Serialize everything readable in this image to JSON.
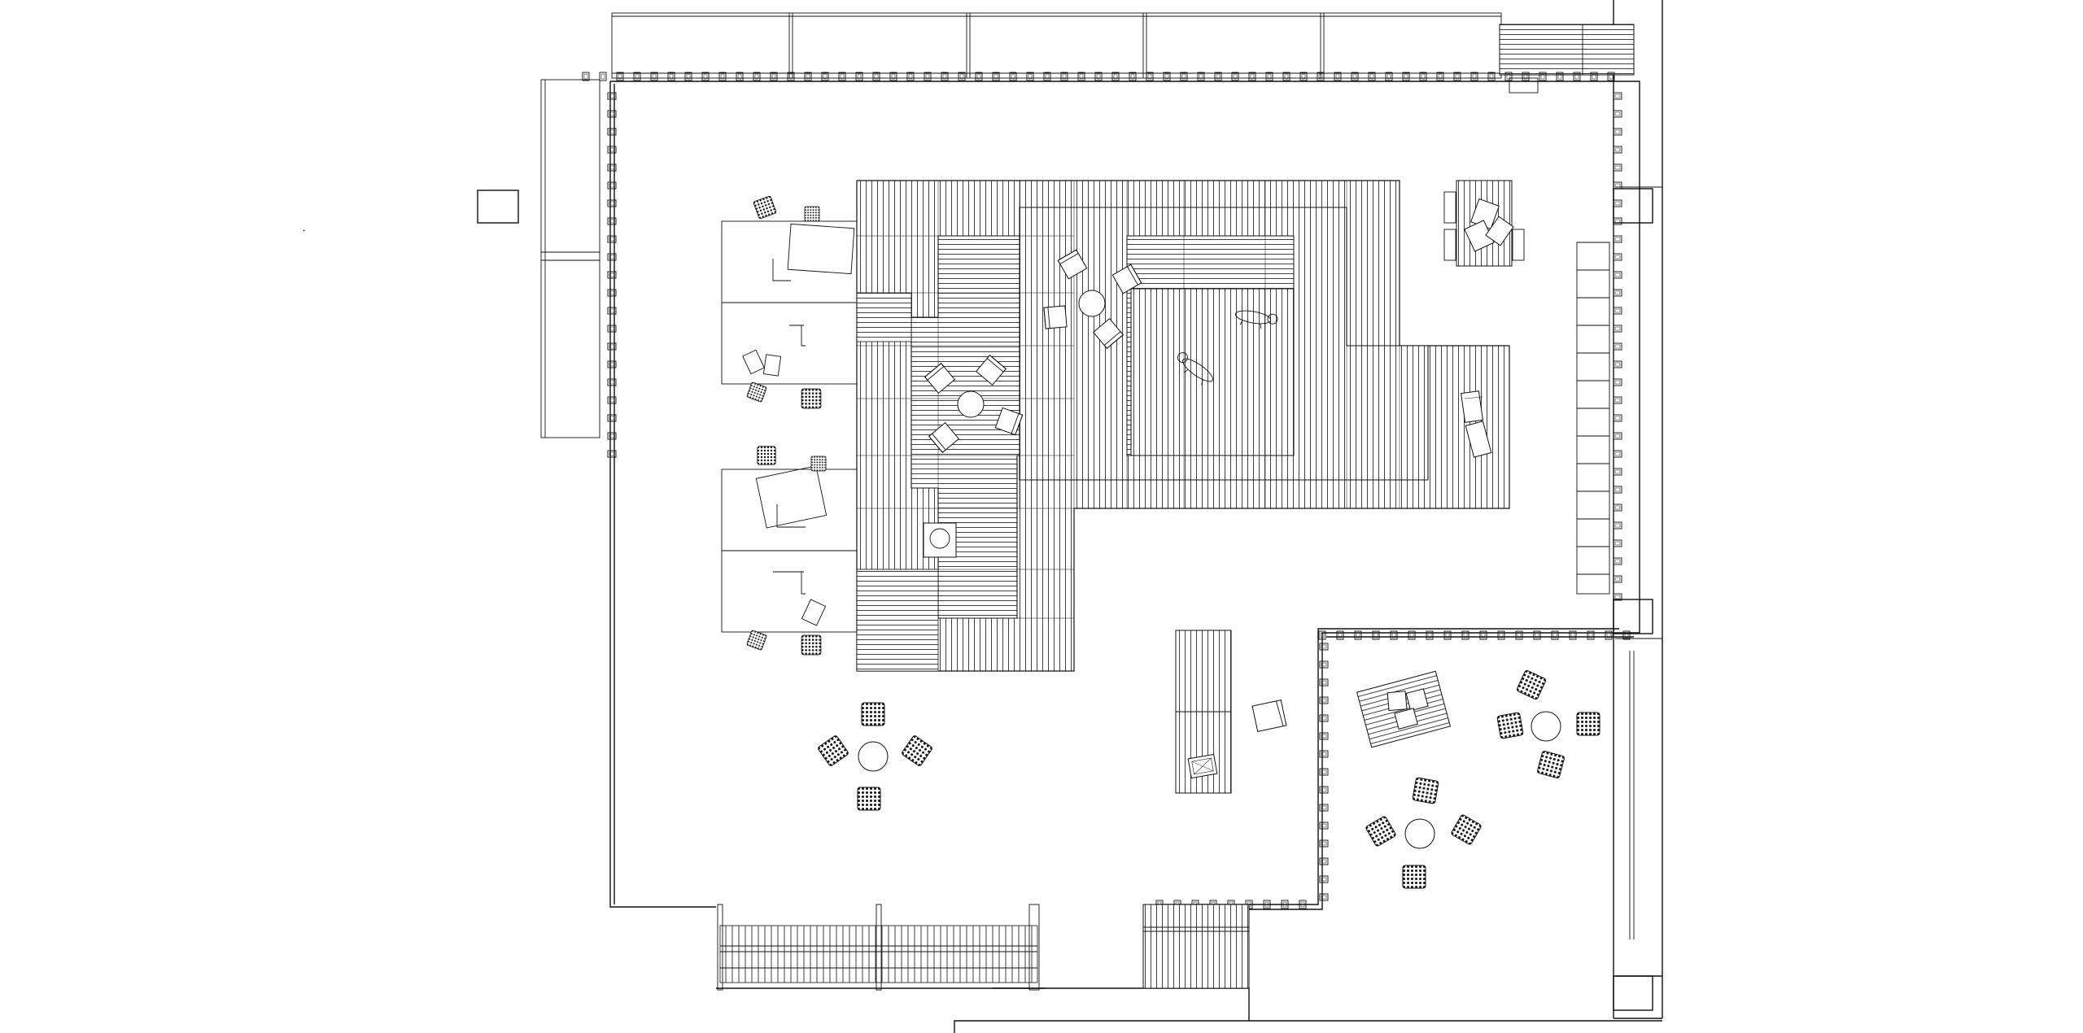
{
  "drawing": {
    "kind": "architectural floor plan",
    "line_color": "#111111",
    "background": "#ffffff",
    "text_labels": []
  },
  "elements": {
    "bench_segments": 5,
    "stepped_platform_tiers": 4,
    "round_tables_with_mesh_chairs": 3,
    "desk_clusters": 2,
    "tall_stools_on_platform": 7
  }
}
